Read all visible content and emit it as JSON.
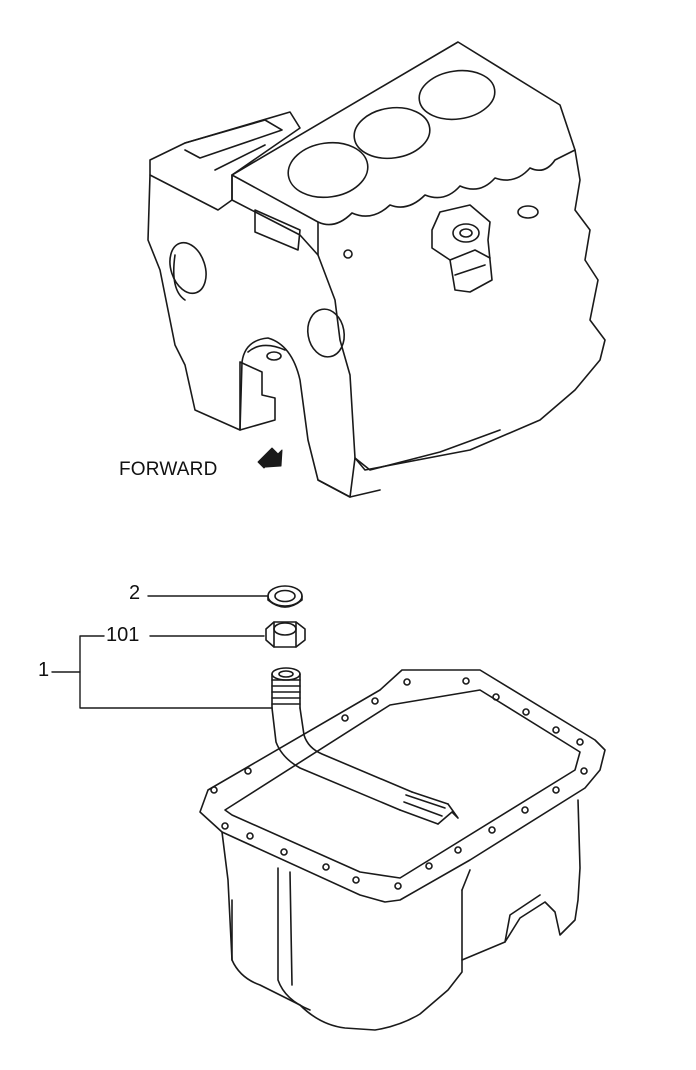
{
  "labels": {
    "forward": "FORWARD",
    "part_2": "2",
    "part_101": "101",
    "part_1": "1"
  },
  "style": {
    "line_color": "#1a1a1a",
    "background": "#ffffff"
  }
}
